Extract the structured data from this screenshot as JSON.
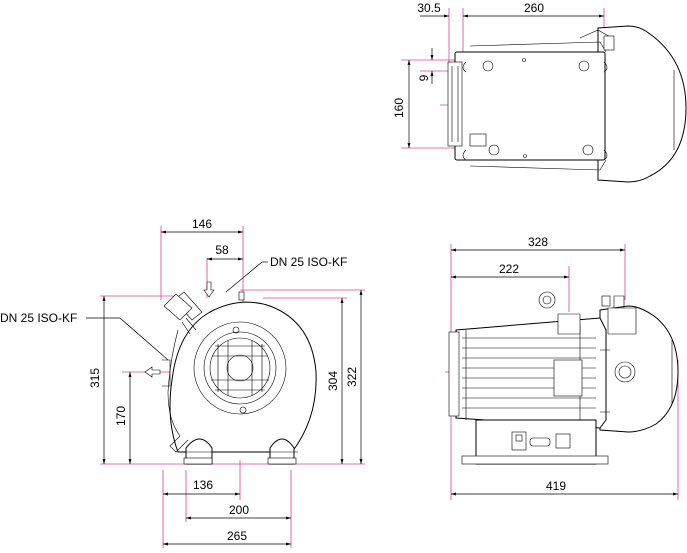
{
  "top_view": {
    "dim_flange": "30.5",
    "dim_length": "260",
    "dim_small": "9",
    "dim_width": "160"
  },
  "front_view": {
    "dim_146": "146",
    "dim_58": "58",
    "port_top_label": "DN 25 ISO-KF",
    "port_side_label": "DN 25 ISO-KF",
    "dim_315": "315",
    "dim_170": "170",
    "dim_304": "304",
    "dim_322": "322",
    "dim_136": "136",
    "dim_200": "200",
    "dim_265": "265"
  },
  "side_view": {
    "dim_328": "328",
    "dim_222": "222",
    "dim_419": "419"
  },
  "colors": {
    "dimension_line": "#000000",
    "extension_line": "#e0458e",
    "center_line": "#e0458e"
  }
}
